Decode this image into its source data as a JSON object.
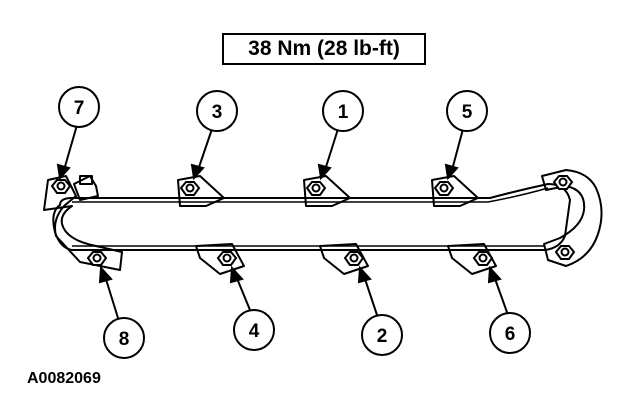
{
  "title": "38 Nm (28 lb-ft)",
  "figure_id": "A0082069",
  "callouts": {
    "c1": "1",
    "c2": "2",
    "c3": "3",
    "c4": "4",
    "c5": "5",
    "c6": "6",
    "c7": "7",
    "c8": "8"
  },
  "colors": {
    "line": "#000000",
    "background": "#ffffff"
  }
}
